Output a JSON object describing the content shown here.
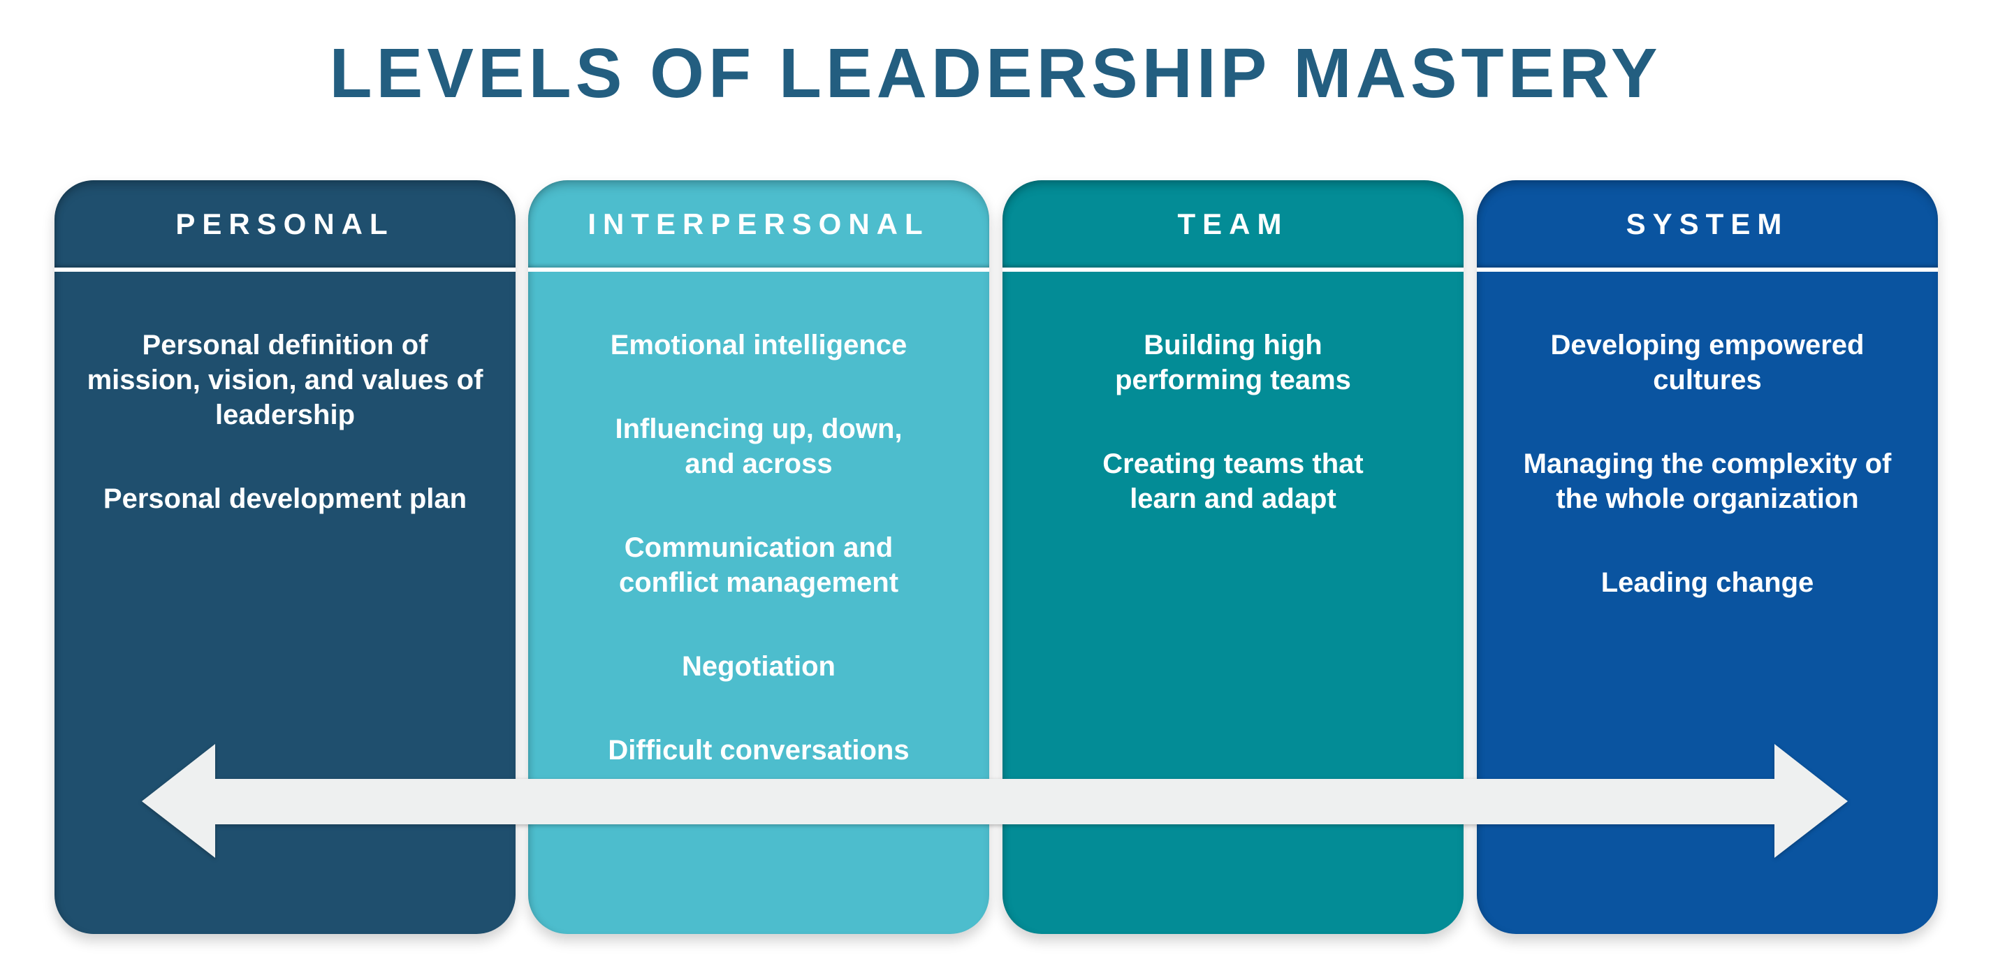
{
  "title": "LEVELS OF LEADERSHIP MASTERY",
  "title_color": "#235E80",
  "columns": [
    {
      "header": "PERSONAL",
      "color": "#1F4F6E",
      "items": [
        "Personal definition of\nmission, vision, and values of\nleadership",
        "Personal development plan"
      ]
    },
    {
      "header": "INTERPERSONAL",
      "color": "#4DBDCD",
      "items": [
        "Emotional intelligence",
        "Influencing up, down,\nand across",
        "Communication and\nconflict management",
        "Negotiation",
        "Difficult conversations"
      ]
    },
    {
      "header": "TEAM",
      "color": "#038C96",
      "items": [
        "Building high\nperforming teams",
        "Creating teams that\nlearn and adapt"
      ]
    },
    {
      "header": "SYSTEM",
      "color": "#0A54A0",
      "items": [
        "Developing empowered\ncultures",
        "Managing the complexity of\nthe whole organization",
        "Leading change"
      ]
    }
  ],
  "arrow": {
    "direction": "bidirectional-horizontal",
    "color": "#EEF0F0"
  }
}
